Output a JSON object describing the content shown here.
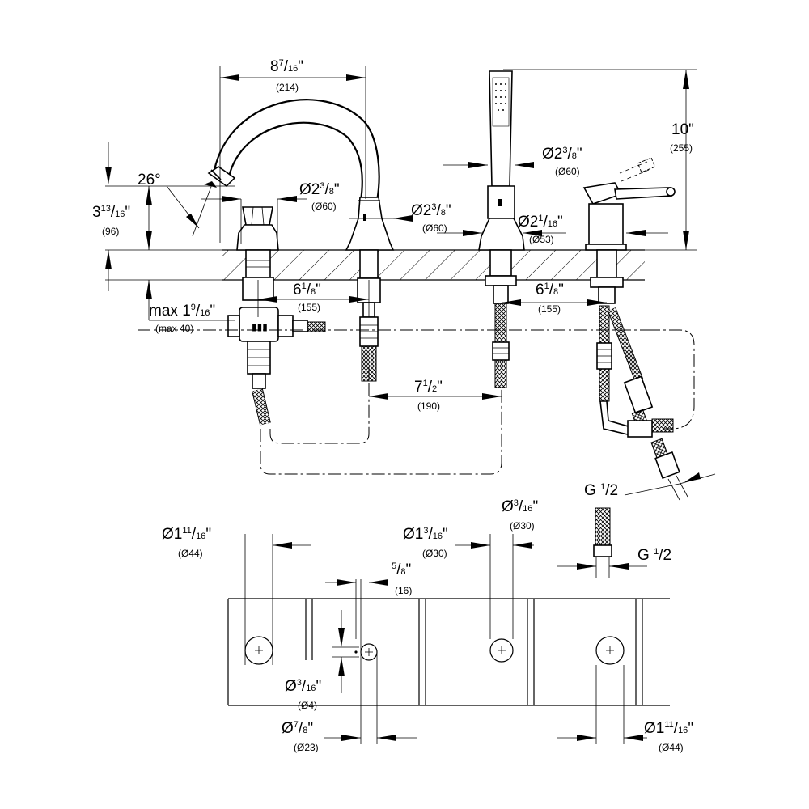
{
  "dimensions": {
    "spout_width": {
      "whole": "8",
      "num": "7",
      "den": "16",
      "unit": "\"",
      "mm": "(214)"
    },
    "height_total": {
      "whole": "10",
      "unit": "\"",
      "mm": "(255)"
    },
    "spout_height": {
      "whole": "3",
      "num": "13",
      "den": "16",
      "unit": "\"",
      "mm": "(96)"
    },
    "angle": {
      "text": "26°"
    },
    "valve_dia_left": {
      "prefix": "Ø",
      "whole": "2",
      "num": "3",
      "den": "8",
      "unit": "\"",
      "mm": "(Ø60)"
    },
    "spout_base_dia": {
      "prefix": "Ø",
      "whole": "2",
      "num": "3",
      "den": "8",
      "unit": "\"",
      "mm": "(Ø60)"
    },
    "handshower_dia": {
      "prefix": "Ø",
      "whole": "2",
      "num": "3",
      "den": "8",
      "unit": "\"",
      "mm": "(Ø60)"
    },
    "handshower_base": {
      "prefix": "Ø",
      "whole": "2",
      "num": "1",
      "den": "16",
      "unit": "\"",
      "mm": "(Ø53)"
    },
    "spacing_left": {
      "whole": "6",
      "num": "1",
      "den": "8",
      "unit": "\"",
      "mm": "(155)"
    },
    "spacing_right": {
      "whole": "6",
      "num": "1",
      "den": "8",
      "unit": "\"",
      "mm": "(155)"
    },
    "max_deck": {
      "prefix": "max ",
      "whole": "1",
      "num": "9",
      "den": "16",
      "unit": "\"",
      "mm": "(max 40)"
    },
    "hose_spacing": {
      "whole": "7",
      "num": "1",
      "den": "2",
      "unit": "\"",
      "mm": "(190)"
    },
    "thread_1": {
      "prefix": "G ",
      "num": "1",
      "den": "2"
    },
    "thread_2": {
      "prefix": "G ",
      "num": "1",
      "den": "2"
    },
    "hole_left": {
      "prefix": "Ø",
      "whole": "1",
      "num": "11",
      "den": "16",
      "unit": "\"",
      "mm": "(Ø44)"
    },
    "hole_mid": {
      "prefix": "Ø",
      "whole": "1",
      "num": "3",
      "den": "16",
      "unit": "\"",
      "mm": "(Ø30)"
    },
    "hole_small": {
      "prefix": "Ø",
      "num": "3",
      "den": "16",
      "unit": "\"",
      "mm": "(Ø30)"
    },
    "offset": {
      "num": "5",
      "den": "8",
      "unit": "\"",
      "mm": "(16)"
    },
    "pin_dia": {
      "prefix": "Ø",
      "num": "3",
      "den": "16",
      "unit": "\"",
      "mm": "(Ø4)"
    },
    "hole_7_8": {
      "prefix": "Ø",
      "num": "7",
      "den": "8",
      "unit": "\"",
      "mm": "(Ø23)"
    },
    "hole_right": {
      "prefix": "Ø",
      "whole": "1",
      "num": "11",
      "den": "16",
      "unit": "\"",
      "mm": "(Ø44)"
    }
  }
}
